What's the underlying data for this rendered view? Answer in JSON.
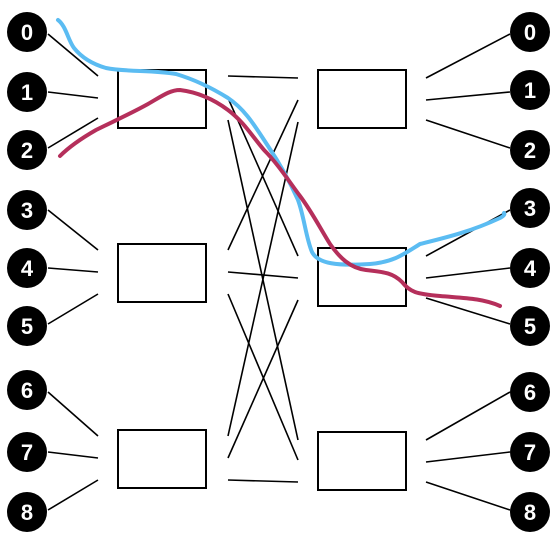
{
  "left_ports": [
    "0",
    "1",
    "2",
    "3",
    "4",
    "5",
    "6",
    "7",
    "8"
  ],
  "right_ports": [
    "0",
    "1",
    "2",
    "3",
    "4",
    "5",
    "6",
    "7",
    "8"
  ],
  "highlight_paths": [
    {
      "from_input": "0",
      "to_output": "3",
      "color": "#5bbcf2"
    },
    {
      "from_input": "2",
      "to_output": "5",
      "color": "#b52f5b"
    }
  ]
}
